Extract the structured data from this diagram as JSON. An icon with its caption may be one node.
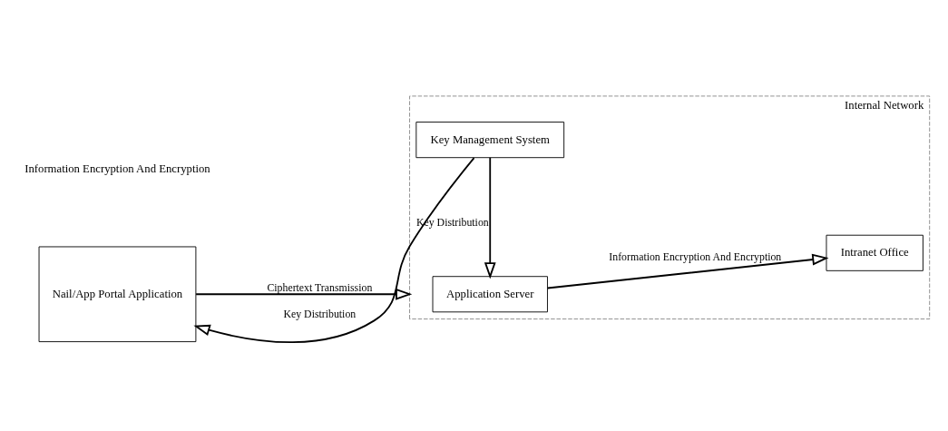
{
  "diagram": {
    "nodes": [
      {
        "text": [
          "Internal Network"
        ]
      },
      {
        "text": [
          "Key Management System"
        ],
        "in": 0
      },
      {
        "text": [
          "Application Server"
        ],
        "in": 0
      },
      {
        "text": [
          "Intranet Office"
        ],
        "in": 0
      },
      {
        "text": [
          "Nail/App Portal Application"
        ]
      }
    ],
    "edges": [
      {
        "from": 1,
        "to": 4,
        "arrow": "to",
        "label": "Key Distribution"
      },
      {
        "from": 1,
        "to": 2,
        "arrow": "to",
        "label": "Key Distribution"
      },
      {
        "from": 4,
        "to": 0,
        "arrow": "to",
        "label": "Ciphertext Transmission"
      },
      {
        "from": 2,
        "to": 3,
        "arrow": "to",
        "label": "Information Encryption And Encryption"
      }
    ],
    "labels": [
      "Information Encryption And Encryption"
    ]
  }
}
